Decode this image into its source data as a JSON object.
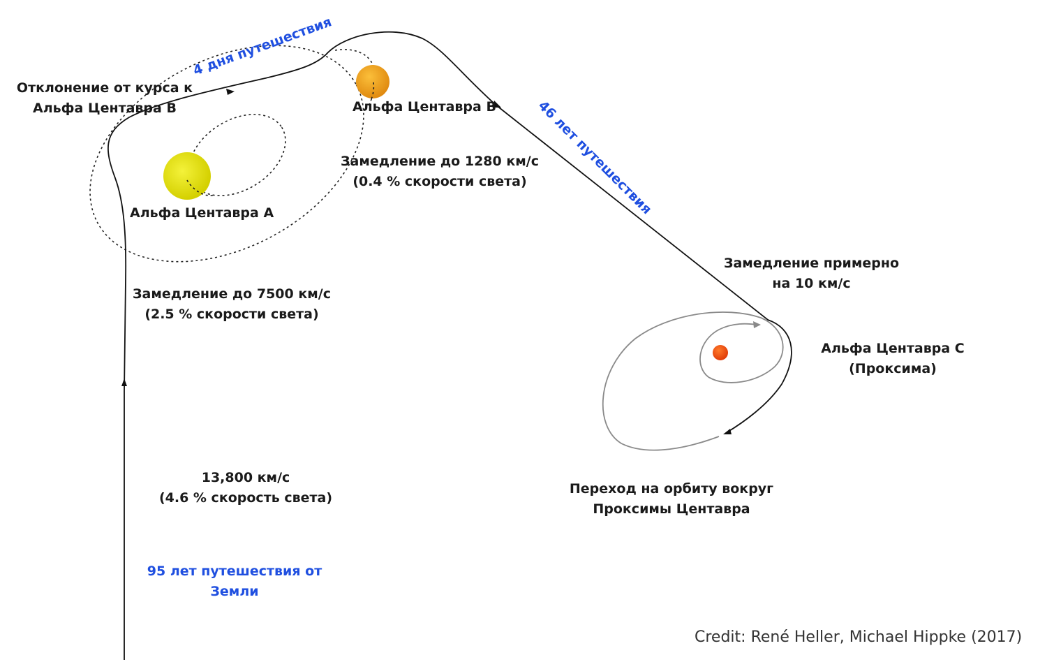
{
  "labels": {
    "deviation": [
      "Отклонение от курса к",
      "Альфа Центавра B"
    ],
    "alpha_a": "Альфа Центавра A",
    "alpha_b": "Альфа Центавра B",
    "decel_b": [
      "Замедление до 1280 км/с",
      "(0.4 % скорости света)"
    ],
    "decel_a": [
      "Замедление до 7500 км/с",
      "(2.5 % скорости света)"
    ],
    "speed": [
      "13,800 км/с",
      "(4.6 % скорость света)"
    ],
    "decel_c": [
      "Замедление примерно",
      "на 10 км/с"
    ],
    "alpha_c": [
      "Альфа Центавра C",
      "(Проксима)"
    ],
    "orbit_transfer": [
      "Переход на орбиту вокруг",
      "Проксимы Центавра"
    ],
    "travel_4_days": "4 дня путешествия",
    "travel_46_years": "46 лет путешествия",
    "travel_95_years": [
      "95 лет путешествия от",
      "Земли"
    ],
    "credit": "Credit: René Heller, Michael Hippke (2017)"
  },
  "colors": {
    "star_a": "#e0e000",
    "star_b": "#f0a020",
    "star_c": "#f05010",
    "trajectory": "#111111",
    "orbit": "#808080",
    "travel_text": "#1f4fe0"
  }
}
